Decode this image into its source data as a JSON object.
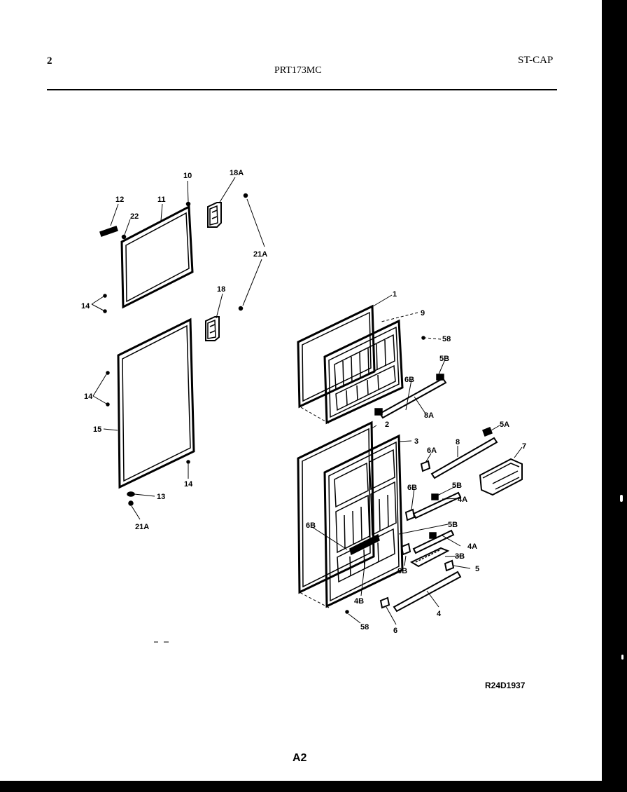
{
  "header": {
    "page_number": "2",
    "model": "PRT173MC",
    "variant": "ST-CAP"
  },
  "footer": {
    "drawing_number": "R24D1937",
    "sheet_code": "A2"
  },
  "colors": {
    "ink": "#000000",
    "paper": "#ffffff"
  },
  "callouts": [
    {
      "id": "c-10",
      "text": "10"
    },
    {
      "id": "c-18A",
      "text": "18A"
    },
    {
      "id": "c-12",
      "text": "12"
    },
    {
      "id": "c-11",
      "text": "11"
    },
    {
      "id": "c-22",
      "text": "22"
    },
    {
      "id": "c-21A-top",
      "text": "21A"
    },
    {
      "id": "c-14-a",
      "text": "14"
    },
    {
      "id": "c-18",
      "text": "18"
    },
    {
      "id": "c-14-b",
      "text": "14"
    },
    {
      "id": "c-15",
      "text": "15"
    },
    {
      "id": "c-14-c",
      "text": "14"
    },
    {
      "id": "c-13",
      "text": "13"
    },
    {
      "id": "c-21A-bottom",
      "text": "21A"
    },
    {
      "id": "c-1",
      "text": "1"
    },
    {
      "id": "c-9",
      "text": "9"
    },
    {
      "id": "c-5B-a",
      "text": "58"
    },
    {
      "id": "c-5B-b",
      "text": "5B"
    },
    {
      "id": "c-6B-a",
      "text": "6B"
    },
    {
      "id": "c-8A",
      "text": "8A"
    },
    {
      "id": "c-2",
      "text": "2"
    },
    {
      "id": "c-3",
      "text": "3"
    },
    {
      "id": "c-5A",
      "text": "5A"
    },
    {
      "id": "c-6A",
      "text": "6A"
    },
    {
      "id": "c-8",
      "text": "8"
    },
    {
      "id": "c-7",
      "text": "7"
    },
    {
      "id": "c-6B-b",
      "text": "6B"
    },
    {
      "id": "c-5B-c",
      "text": "5B"
    },
    {
      "id": "c-4A-a",
      "text": "4A"
    },
    {
      "id": "c-6B-c",
      "text": "6B"
    },
    {
      "id": "c-5B-d",
      "text": "5B"
    },
    {
      "id": "c-4A-b",
      "text": "4A"
    },
    {
      "id": "c-3B",
      "text": "3B"
    },
    {
      "id": "c-6B-d",
      "text": "6B"
    },
    {
      "id": "c-5",
      "text": "5"
    },
    {
      "id": "c-4B",
      "text": "4B"
    },
    {
      "id": "c-4",
      "text": "4"
    },
    {
      "id": "c-5B-e",
      "text": "58"
    },
    {
      "id": "c-6",
      "text": "6"
    }
  ]
}
